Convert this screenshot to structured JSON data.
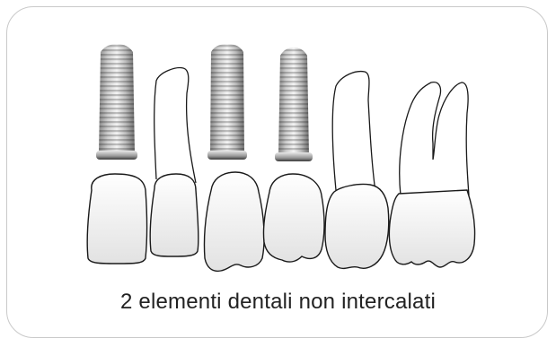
{
  "caption": "2 elementi dentali non intercalati",
  "colors": {
    "border": "#c9c9c9",
    "outline": "#1a1a1a",
    "crown_fill_light": "#ffffff",
    "crown_fill_dark": "#e2e2e2",
    "implant_light": "#f2f2f2",
    "implant_dark": "#7a7a7a"
  },
  "teeth": [
    {
      "position": 1,
      "kind": "implant-crown"
    },
    {
      "position": 2,
      "kind": "natural-tooth"
    },
    {
      "position": 3,
      "kind": "implant-crown"
    },
    {
      "position": 4,
      "kind": "implant-crown"
    },
    {
      "position": 5,
      "kind": "natural-tooth"
    },
    {
      "position": 6,
      "kind": "natural-molar"
    }
  ]
}
